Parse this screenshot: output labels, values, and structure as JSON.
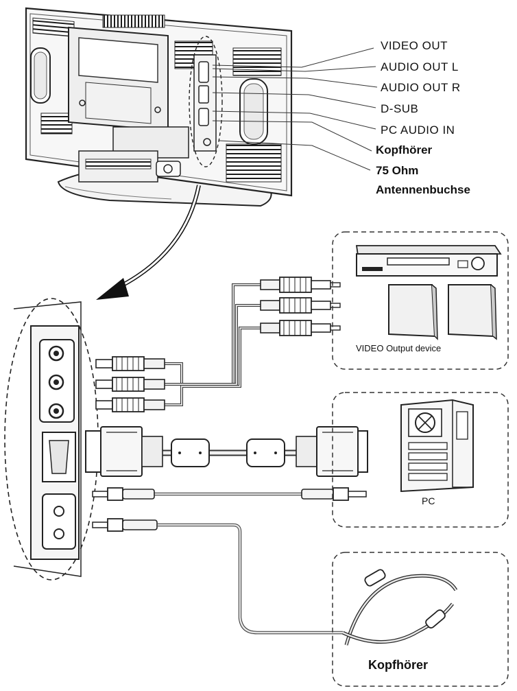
{
  "labels": {
    "video_out": "VIDEO OUT",
    "audio_out_l": "AUDIO OUT L",
    "audio_out_r": "AUDIO OUT R",
    "d_sub": "D-SUB",
    "pc_audio_in": "PC AUDIO IN",
    "kopfhoerer_top": "Kopfhörer",
    "antenna_line1": "75 Ohm",
    "antenna_line2": "Antennenbuchse"
  },
  "devices": {
    "video_output_device": "VIDEO Output device",
    "pc": "PC",
    "headphones": "Kopfhörer"
  },
  "icons": {
    "tv_back": "tv-rear-view-icon",
    "vcr": "video-recorder-icon",
    "speakers": "speaker-icon",
    "pc": "pc-tower-icon",
    "headphones": "headphones-icon",
    "rca": "rca-plug-icon",
    "vga": "vga-connector-icon",
    "jack": "audio-jack-icon"
  }
}
